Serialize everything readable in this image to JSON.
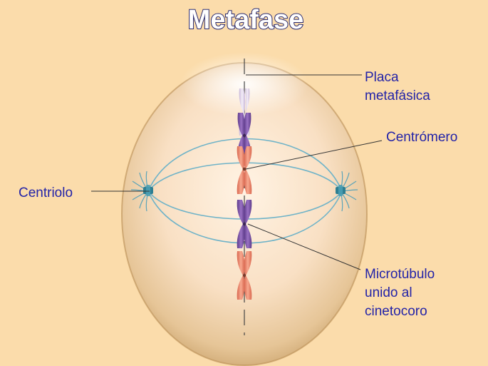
{
  "title": "Metafase",
  "labels": {
    "placa": [
      "Placa",
      "metafásica"
    ],
    "centromero": "Centrómero",
    "centriolo": "Centriolo",
    "microtubulo": [
      "Microtúbulo",
      "unido al",
      "cinetocoro"
    ]
  },
  "colors": {
    "background": "#fbdcab",
    "label_text": "#2323a8",
    "chromatid_purple": "#7b4fa3",
    "chromatid_salmon": "#ee8a72",
    "spindle_fiber": "#6fb3c8",
    "centriole": "#2e7f92"
  }
}
